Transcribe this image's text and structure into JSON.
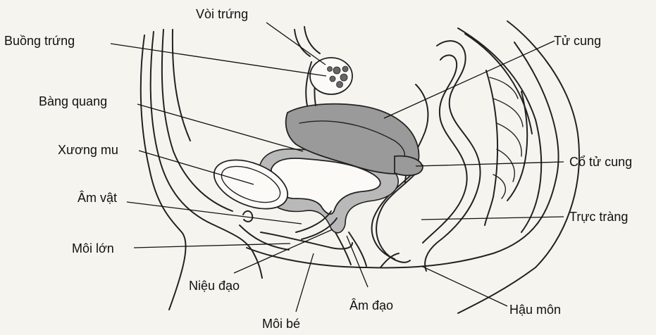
{
  "diagram": {
    "labels": {
      "voi_trung": "Vòi trứng",
      "buong_trung": "Buồng trứng",
      "tu_cung": "Tử cung",
      "bang_quang": "Bàng quang",
      "xuong_mu": "Xương mu",
      "co_tu_cung": "Cổ tử cung",
      "am_vat": "Âm vật",
      "truc_trang": "Trực tràng",
      "moi_lon": "Môi lớn",
      "nieu_dao": "Niệu đạo",
      "am_dao": "Âm đạo",
      "hau_mon": "Hậu môn",
      "moi_be": "Môi bé"
    }
  }
}
